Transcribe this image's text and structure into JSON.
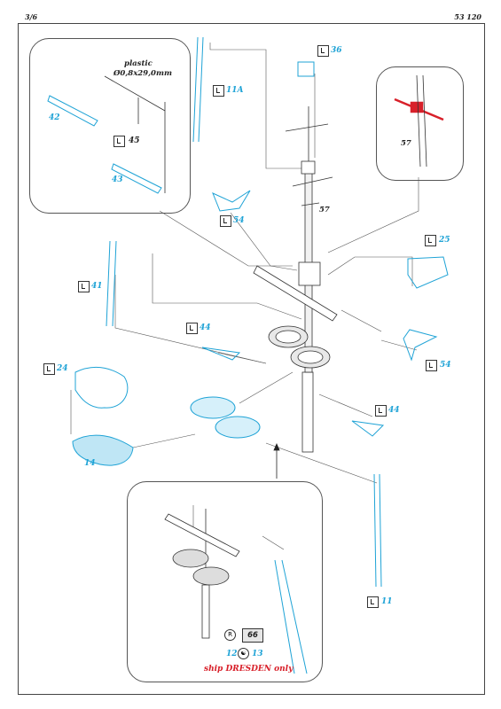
{
  "header": {
    "page": "3/6",
    "code": "53 120"
  },
  "inset_top_left": {
    "material": "plastic",
    "dimensions": "Ø0,8x29,0mm",
    "parts": [
      "42",
      "45",
      "43"
    ]
  },
  "inset_top_right": {
    "part": "57"
  },
  "inset_bottom": {
    "badge": "66",
    "part_a": "12",
    "part_b": "13",
    "note": "ship DRESDEN only"
  },
  "labels": {
    "p36": "36",
    "p11A": "11A",
    "p57": "57",
    "p54a": "54",
    "p25": "25",
    "p41": "41",
    "p44a": "44",
    "p54b": "54",
    "p24": "24",
    "p44b": "44",
    "p14": "14",
    "p11": "11"
  },
  "colors": {
    "etched": "#1fa3d6",
    "plastic_red": "#d8202a",
    "ink": "#222222"
  }
}
